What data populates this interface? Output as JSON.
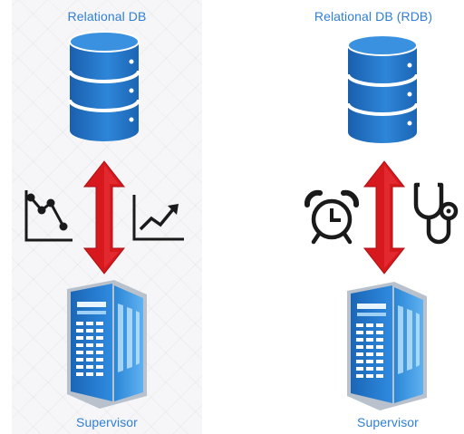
{
  "left": {
    "db_label": "Relational DB",
    "supervisor_label": "Supervisor",
    "icons": [
      "line-chart-icon",
      "trend-up-chart-icon"
    ]
  },
  "right": {
    "db_label": "Relational DB (RDB)",
    "supervisor_label": "Supervisor",
    "icons": [
      "alarm-clock-icon",
      "stethoscope-icon"
    ]
  },
  "colors": {
    "label_blue": "#2f7fd6",
    "db_blue": "#1f6fc2",
    "arrow_red": "#d7191e",
    "server_blue": "#2a86d6",
    "icon_dark": "#1a1a1a"
  }
}
